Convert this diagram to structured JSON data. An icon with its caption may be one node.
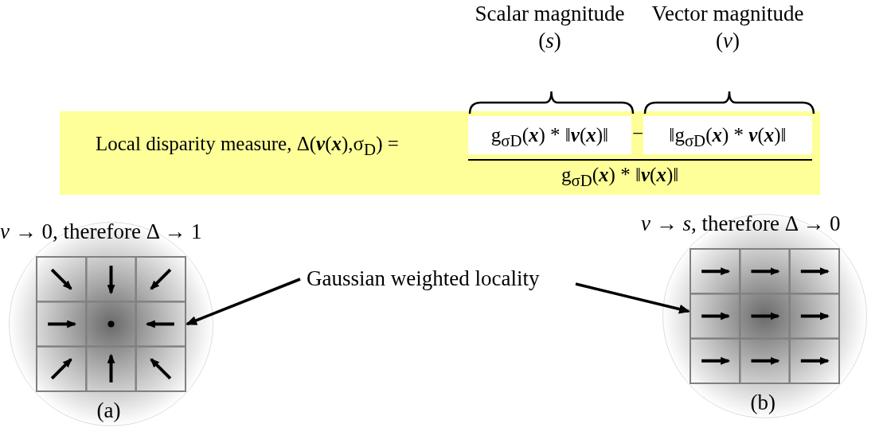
{
  "diagram": {
    "nodes": [
      {
        "text": [
          "Local disparity measure, Δ(**v**(**x**),σ$_{D}$) =",
          "−",
          "g$_{σD}$(**x**) * ‖**v**(**x**)‖"
        ]
      },
      {
        "text": [
          "g$_{σD}$(**x**) * ‖**v**(**x**)‖"
        ],
        "in": 0,
        "beside": [
          "Scalar magnitude (*s*)"
        ]
      },
      {
        "text": [
          "‖g$_{σD}$(**x**) * **v**(**x**)‖"
        ],
        "in": 0,
        "beside": [
          "Vector magnitude (*v*)"
        ]
      },
      {
        "text": [],
        "shape": "picture",
        "beside": [
          "*v* → 0, therefore Δ → 1",
          "(a)"
        ]
      },
      {
        "text": [
          "Gaussian weighted locality"
        ]
      },
      {
        "text": [],
        "shape": "picture",
        "beside": [
          "*v* → *s*, therefore Δ → 0",
          "(b)"
        ]
      }
    ],
    "edges": [
      {
        "from": 4,
        "to": 3,
        "arrow": "to"
      },
      {
        "from": 4,
        "to": 5,
        "arrow": "to"
      }
    ]
  }
}
